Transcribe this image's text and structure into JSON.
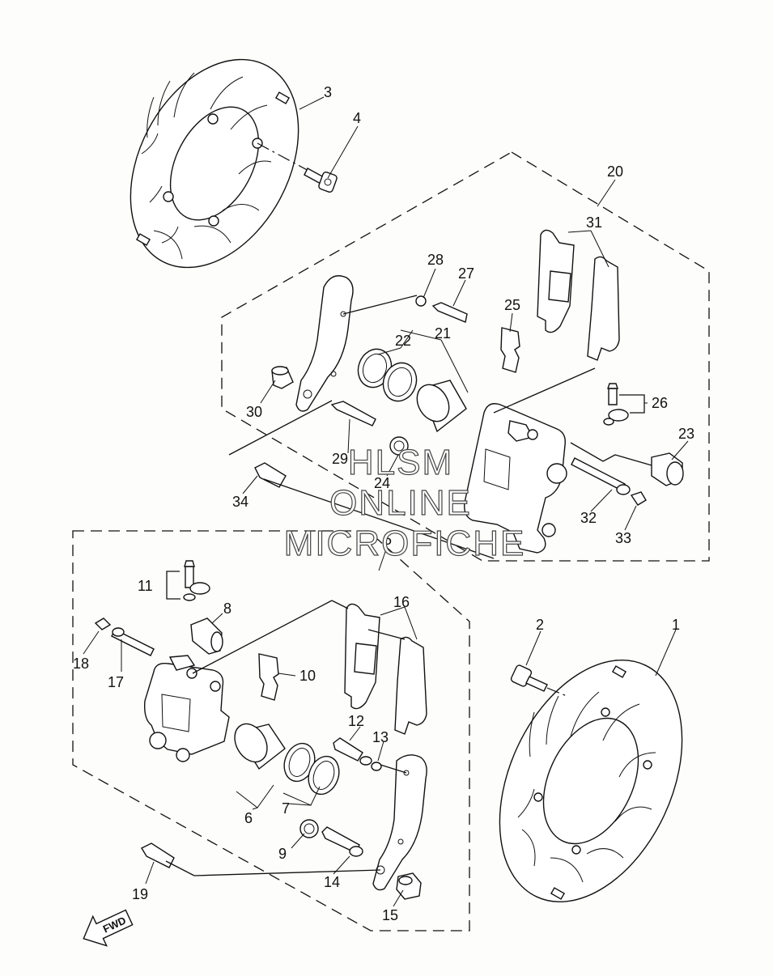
{
  "diagram": {
    "labels": {
      "p1": "1",
      "p2": "2",
      "p3": "3",
      "p4": "4",
      "p5": "5",
      "p6": "6",
      "p7": "7",
      "p8": "8",
      "p9": "9",
      "p10": "10",
      "p11": "11",
      "p12": "12",
      "p13": "13",
      "p14": "14",
      "p15": "15",
      "p16": "16",
      "p17": "17",
      "p18": "18",
      "p19": "19",
      "p20": "20",
      "p21": "21",
      "p22": "22",
      "p23": "23",
      "p24": "24",
      "p25": "25",
      "p26": "26",
      "p27": "27",
      "p28": "28",
      "p29": "29",
      "p30": "30",
      "p31": "31",
      "p32": "32",
      "p33": "33",
      "p34": "34"
    },
    "watermark": [
      "HLSM",
      "ONLINE",
      "MICROFICHE"
    ],
    "direction_arrow": "FWD"
  },
  "colors": {
    "line": "#111111",
    "background": "#fdfdfb"
  },
  "icons": {
    "direction": "fwd-arrow-icon"
  }
}
